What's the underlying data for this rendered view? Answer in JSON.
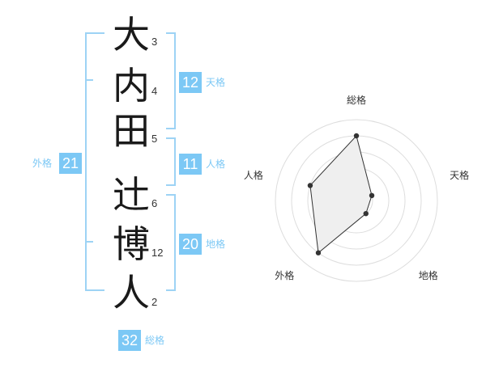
{
  "name": {
    "characters": [
      {
        "char": "大",
        "strokes": "3"
      },
      {
        "char": "内",
        "strokes": "4"
      },
      {
        "char": "田",
        "strokes": "5"
      },
      {
        "char": "辻",
        "strokes": "6"
      },
      {
        "char": "博",
        "strokes": "12"
      },
      {
        "char": "人",
        "strokes": "2"
      }
    ]
  },
  "fortune": {
    "tenkaku": {
      "value": "12",
      "label": "天格"
    },
    "jinkaku": {
      "value": "11",
      "label": "人格"
    },
    "chikaku": {
      "value": "20",
      "label": "地格"
    },
    "gaikaku": {
      "value": "21",
      "label": "外格"
    },
    "soukaku": {
      "value": "32",
      "label": "総格"
    }
  },
  "chart_data": {
    "type": "radar",
    "axes": [
      "総格",
      "天格",
      "地格",
      "外格",
      "人格"
    ],
    "values": [
      4,
      1,
      1,
      4,
      3
    ],
    "max": 5,
    "rings": 5,
    "colors": {
      "fill": "#efefef",
      "line": "#333333",
      "ring": "#dddddd",
      "point": "#333333"
    }
  }
}
